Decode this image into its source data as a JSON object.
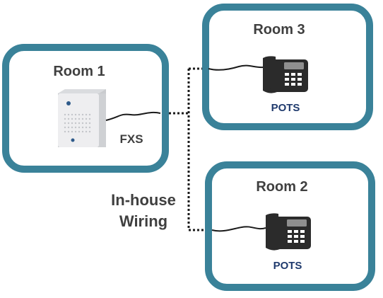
{
  "diagram": {
    "rooms": [
      {
        "id": "room-1",
        "label": "Room 1"
      },
      {
        "id": "room-3",
        "label": "Room 3",
        "device_label": "POTS"
      },
      {
        "id": "room-2",
        "label": "Room 2",
        "device_label": "POTS"
      }
    ],
    "port_label": "FXS",
    "wiring_label_line1": "In-house",
    "wiring_label_line2": "Wiring"
  },
  "colors": {
    "room_border": "#3a8299",
    "text": "#3f3f3f",
    "pots_text": "#1f3a6d",
    "phone_body": "#2b2b2b",
    "device_body": "#e8e8ea"
  },
  "icons": [
    "gateway-device-icon",
    "desk-phone-icon",
    "desk-phone-icon"
  ]
}
